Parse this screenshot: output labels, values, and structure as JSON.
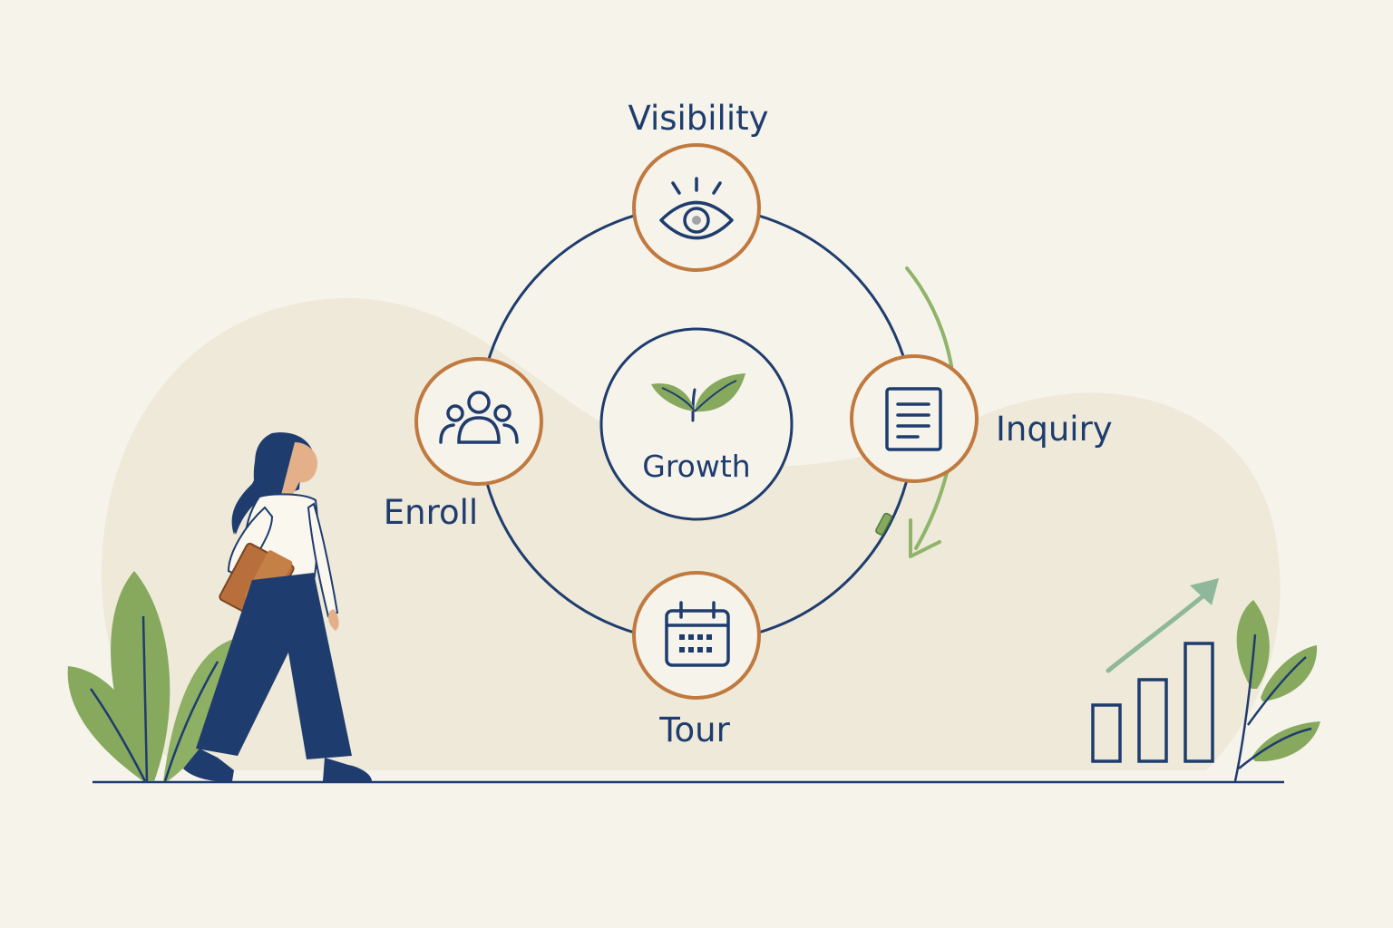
{
  "center": {
    "label": "Growth",
    "icon": "sprout-icon"
  },
  "stages": [
    {
      "id": "visibility",
      "label": "Visibility",
      "icon": "eye-icon"
    },
    {
      "id": "inquiry",
      "label": "Inquiry",
      "icon": "document-icon"
    },
    {
      "id": "tour",
      "label": "Tour",
      "icon": "calendar-icon"
    },
    {
      "id": "enroll",
      "label": "Enroll",
      "icon": "people-icon"
    }
  ],
  "colors": {
    "background": "#f6f3ea",
    "blob": "#eee9d9",
    "navy": "#1f3c6e",
    "ring_orange": "#c0793e",
    "leaf_green": "#86a95d",
    "arrow_green": "#8fb46a"
  }
}
